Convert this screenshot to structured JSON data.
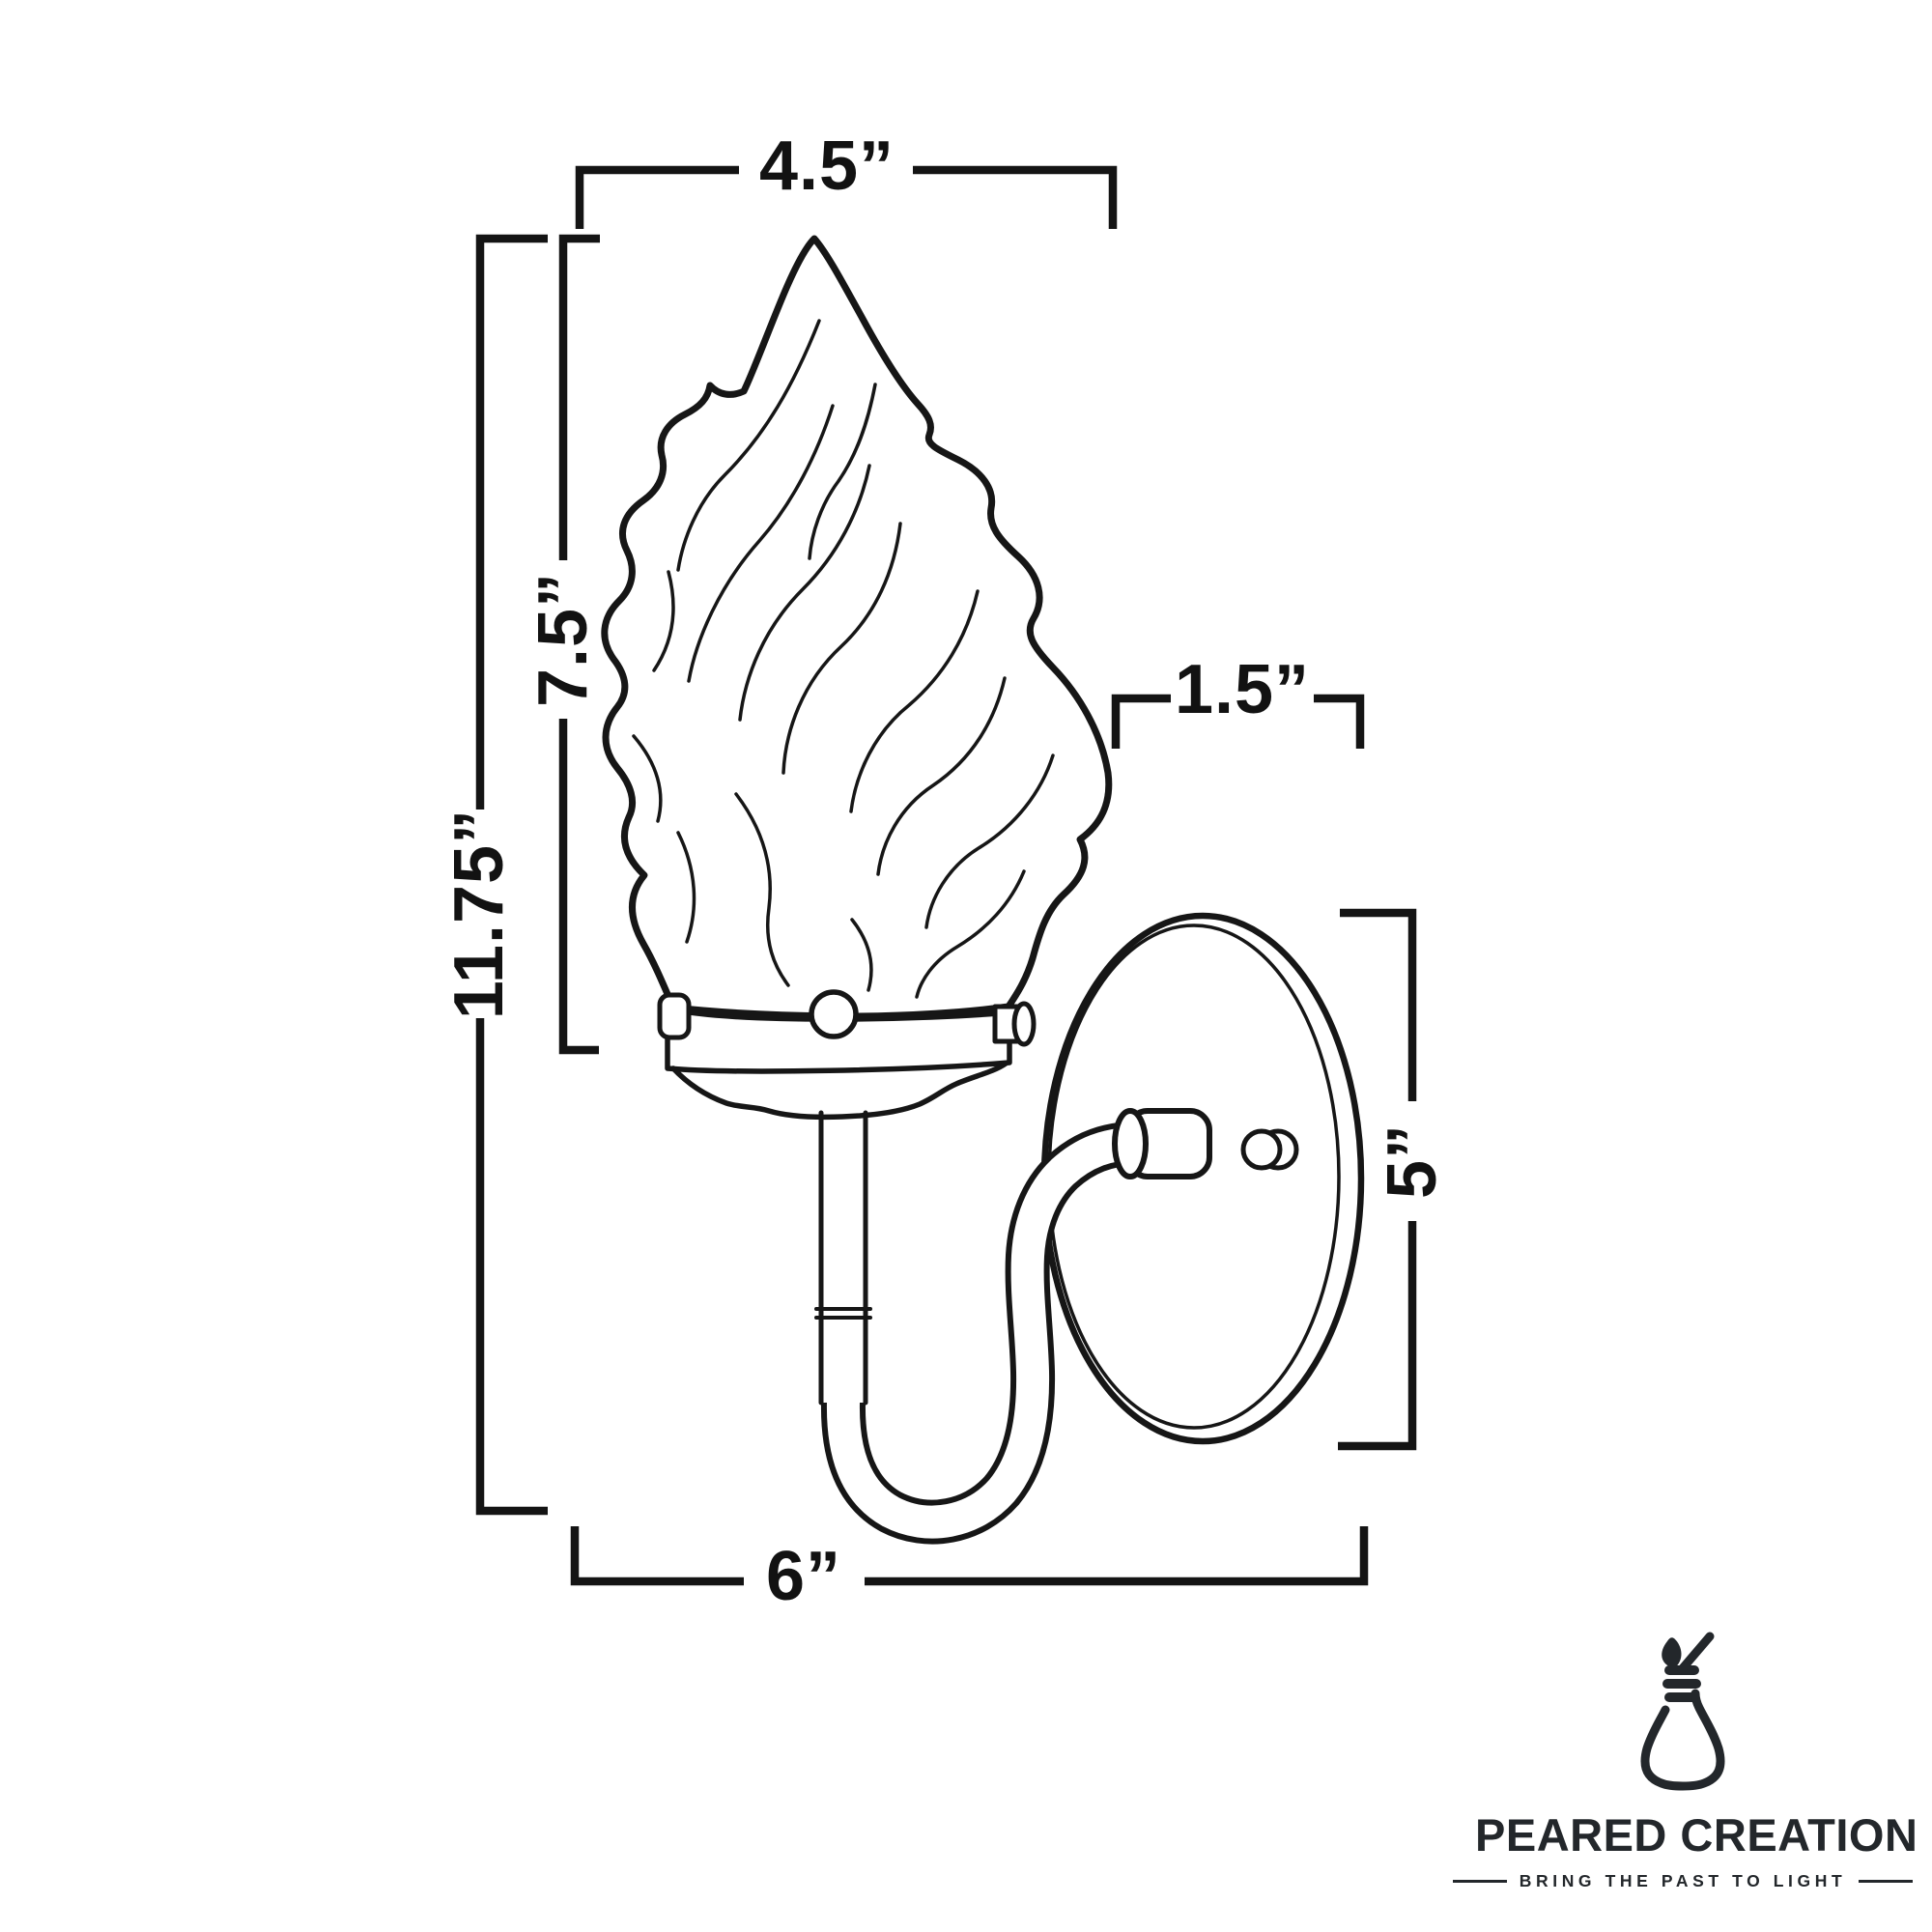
{
  "diagram": {
    "title": "flame-shade wall sconce dimension drawing",
    "dimensions": {
      "shade_width": {
        "label": "4.5”",
        "measures": "shade width (top)"
      },
      "shade_height": {
        "label": "7.5”",
        "measures": "shade height"
      },
      "overall_height": {
        "label": "11.75”",
        "measures": "overall fixture height"
      },
      "backplate_offset": {
        "label": "1.5”",
        "measures": "shade-to-backplate offset"
      },
      "backplate_height": {
        "label": "5”",
        "measures": "backplate height"
      },
      "overall_depth": {
        "label": "6”",
        "measures": "overall projection depth"
      }
    }
  },
  "logo": {
    "brand": "PEARED CREATION",
    "tagline": "BRING THE PAST TO LIGHT",
    "icon": "pear-lightbulb-icon"
  },
  "colors": {
    "ink": "#161616",
    "logo_ink": "#23272b",
    "background": "#ffffff"
  }
}
